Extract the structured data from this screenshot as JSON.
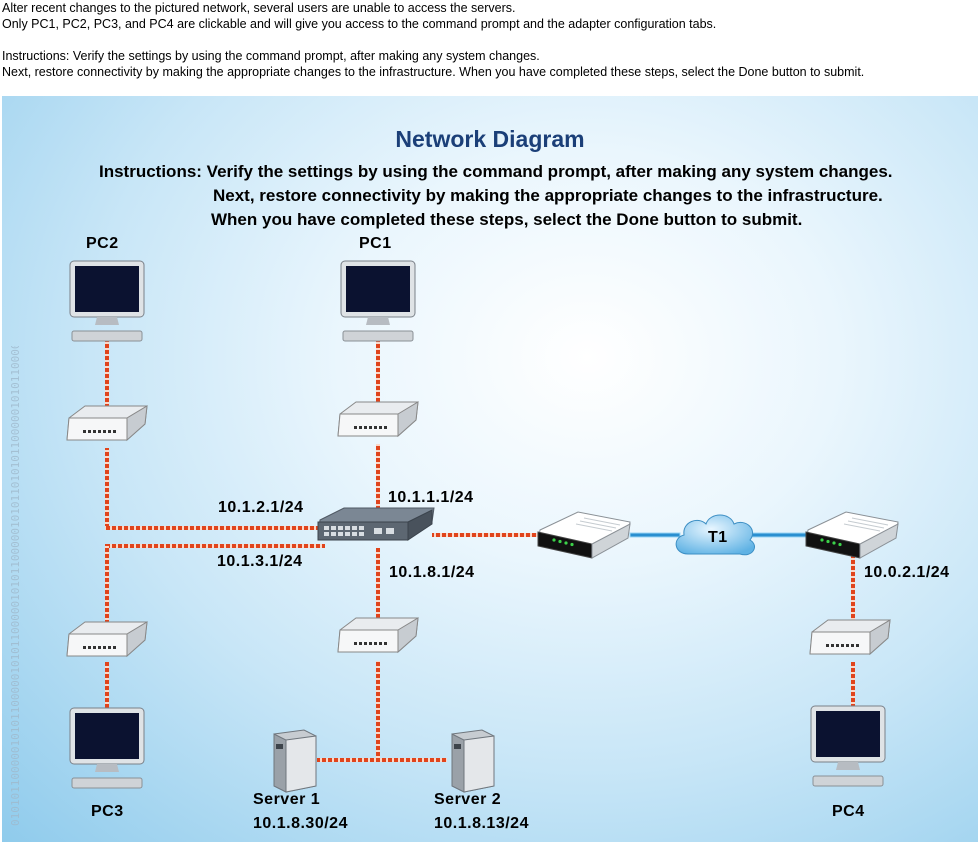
{
  "intro": {
    "line1": "Alter recent changes to the pictured network, several users are unable to access the servers.",
    "line2": "Only PC1, PC2, PC3, and PC4 are clickable and will give you access to the command prompt and the adapter configuration tabs.",
    "line3": "Instructions: Verify the settings by using the command prompt, after making any system changes.",
    "line4": "Next, restore connectivity by making the appropriate changes to the infrastructure. When you have completed these steps, select the Done button to submit."
  },
  "diagram": {
    "title": "Network Diagram",
    "instr1": "Instructions: Verify the settings by using the command prompt, after making any system changes.",
    "instr2": "Next, restore connectivity by making the appropriate changes to the infrastructure.",
    "instr3": "When you have completed these steps, select the Done button to submit.",
    "binary": "0101011000001010110000010101100000101011000001010110101011000001010110000010101100000101",
    "nodes": {
      "pc1": "PC1",
      "pc2": "PC2",
      "pc3": "PC3",
      "pc4": "PC4",
      "server1": "Server 1",
      "server1_ip": "10.1.8.30/24",
      "server2": "Server 2",
      "server2_ip": "10.1.8.13/24",
      "cloud": "T1"
    },
    "interfaces": {
      "if_10_1_2": "10.1.2.1/24",
      "if_10_1_1": "10.1.1.1/24",
      "if_10_1_3": "10.1.3.1/24",
      "if_10_1_8": "10.1.8.1/24",
      "if_10_0_2": "10.0.2.1/24"
    },
    "colors": {
      "cable": "#e0441c",
      "wan": "#2a8fd0",
      "title": "#1b3f78"
    }
  }
}
